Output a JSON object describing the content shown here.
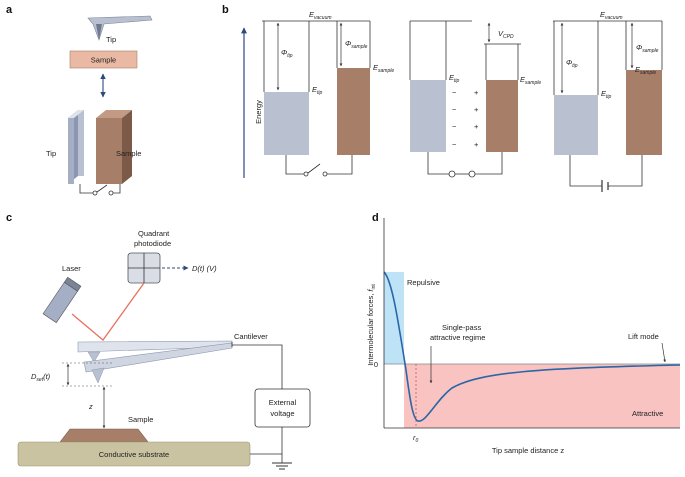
{
  "panel_labels": {
    "a": "a",
    "b": "b",
    "c": "c",
    "d": "d"
  },
  "colors": {
    "tip": "#b9c0cf",
    "sample": "#a77f69",
    "sample_light": "#e9b9a3",
    "substrate": "#c9c3a1",
    "repulsive": "#bfe3f6",
    "attractive": "#f8c3c0",
    "curve": "#2a66a8",
    "laser": "#e8725f",
    "axis": "#2c4a7a"
  },
  "panel_a": {
    "tip": "Tip",
    "sample": "Sample",
    "tip_lower": "Tip",
    "sample_lower": "Sample"
  },
  "panel_b": {
    "energy": "Energy",
    "e": "E",
    "phi": "Φ",
    "sub_vacuum": "vacuum",
    "sub_tip": "tip",
    "sub_sample": "sample",
    "v": "V",
    "sub_cpd": "CPD",
    "minus": "−",
    "plus": "+"
  },
  "panel_c": {
    "quadrant": "Quadrant",
    "photodiode": "photodiode",
    "d_t_v": "D(t) (V)",
    "laser": "Laser",
    "cantilever": "Cantilever",
    "d": "D",
    "sub_set": "set",
    "t_paren": "(t)",
    "z": "z",
    "external": "External",
    "voltage": "voltage",
    "sample": "Sample",
    "substrate": "Conductive substrate"
  },
  "panel_d": {
    "ylabel": "Intermolecular forces, ",
    "ylabel_sym": "f",
    "ylabel_sub": "int",
    "zero": "0",
    "repulsive": "Repulsive",
    "single_pass_1": "Single-pass",
    "single_pass_2": "attractive regime",
    "lift_mode": "Lift mode",
    "attractive": "Attractive",
    "r0": "r",
    "r0_sub": "0",
    "xlabel": "Tip sample distance z"
  }
}
